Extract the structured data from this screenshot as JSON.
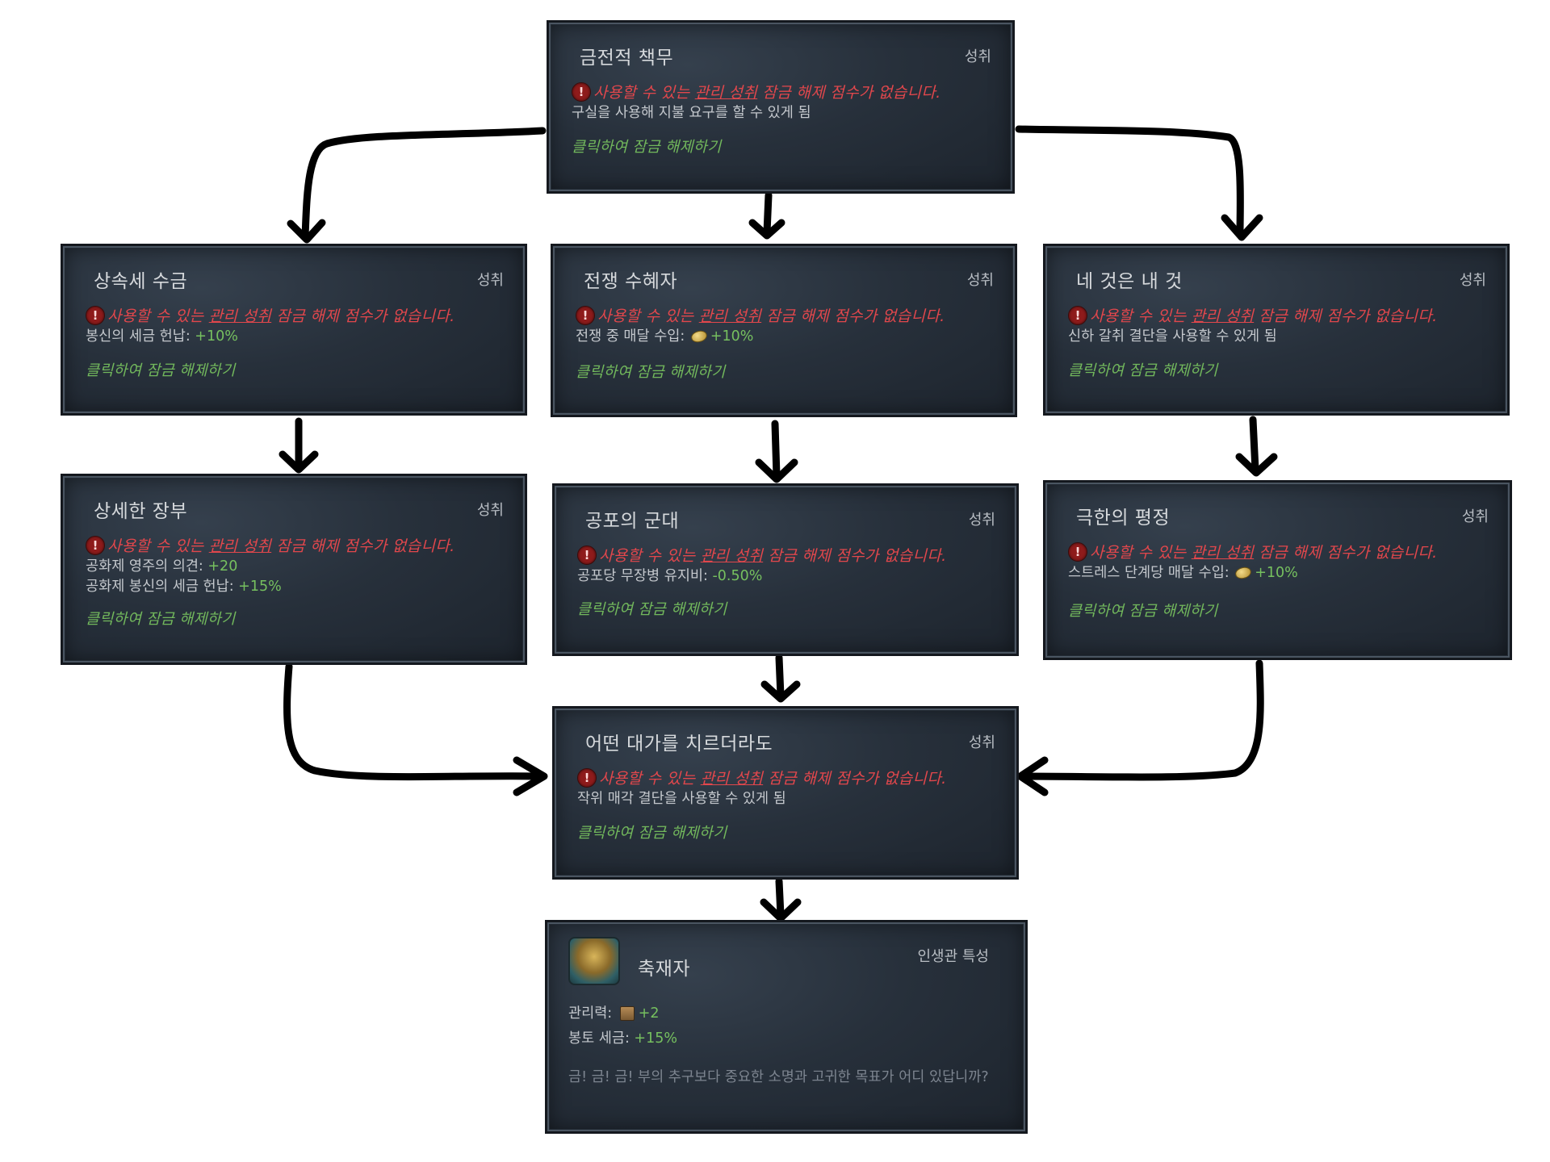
{
  "common": {
    "tag": "성취",
    "warning_prefix": "사용할 수 있는 ",
    "warning_underlined": "관리 성취",
    "warning_suffix": " 잠금 해제 점수가 없습니다.",
    "unlock": "클릭하여 잠금 해제하기"
  },
  "cards": {
    "c1": {
      "title": "금전적 책무",
      "effect1": "구실을 사용해 지불 요구를 할 수 있게 됨"
    },
    "c2": {
      "title": "상속세 수금",
      "effect1_label": "봉신의 세금 헌납: ",
      "effect1_value": "+10%"
    },
    "c3": {
      "title": "전쟁 수혜자",
      "effect1_label": "전쟁 중 매달 수입: ",
      "effect1_icon": "gold-coin-icon",
      "effect1_value": "+10%"
    },
    "c4": {
      "title": "네 것은 내 것",
      "effect1": "신하 갈취 결단을 사용할 수 있게 됨"
    },
    "c5": {
      "title": "상세한 장부",
      "effect1_label": "공화제 영주의 의견: ",
      "effect1_value": "+20",
      "effect2_label": "공화제 봉신의 세금 헌납: ",
      "effect2_value": "+15%"
    },
    "c6": {
      "title": "공포의 군대",
      "effect1_label": "공포당 무장병 유지비: ",
      "effect1_value": "-0.50%"
    },
    "c7": {
      "title": "극한의 평정",
      "effect1_label": "스트레스 단계당 매달 수입: ",
      "effect1_icon": "gold-coin-icon",
      "effect1_value": "+10%"
    },
    "c8": {
      "title": "어떤 대가를 치르더라도",
      "effect1": "작위 매각 결단을 사용할 수 있게 됨"
    }
  },
  "trait": {
    "icon": "hoarder-treasure-icon",
    "title": "축재자",
    "tag": "인생관 특성",
    "effect1_label": "관리력: ",
    "effect1_icon": "stewardship-icon",
    "effect1_value": "+2",
    "effect2_label": "봉토 세금: ",
    "effect2_value": "+15%",
    "quote": "금! 금! 금! 부의 추구보다 중요한 소명과 고귀한 목표가 어디 있답니까?"
  },
  "colors": {
    "warning": "#e2474c",
    "positive": "#76c05f",
    "unlock": "#72b85c",
    "card_bg": "#27303b",
    "arrow": "#000000"
  }
}
